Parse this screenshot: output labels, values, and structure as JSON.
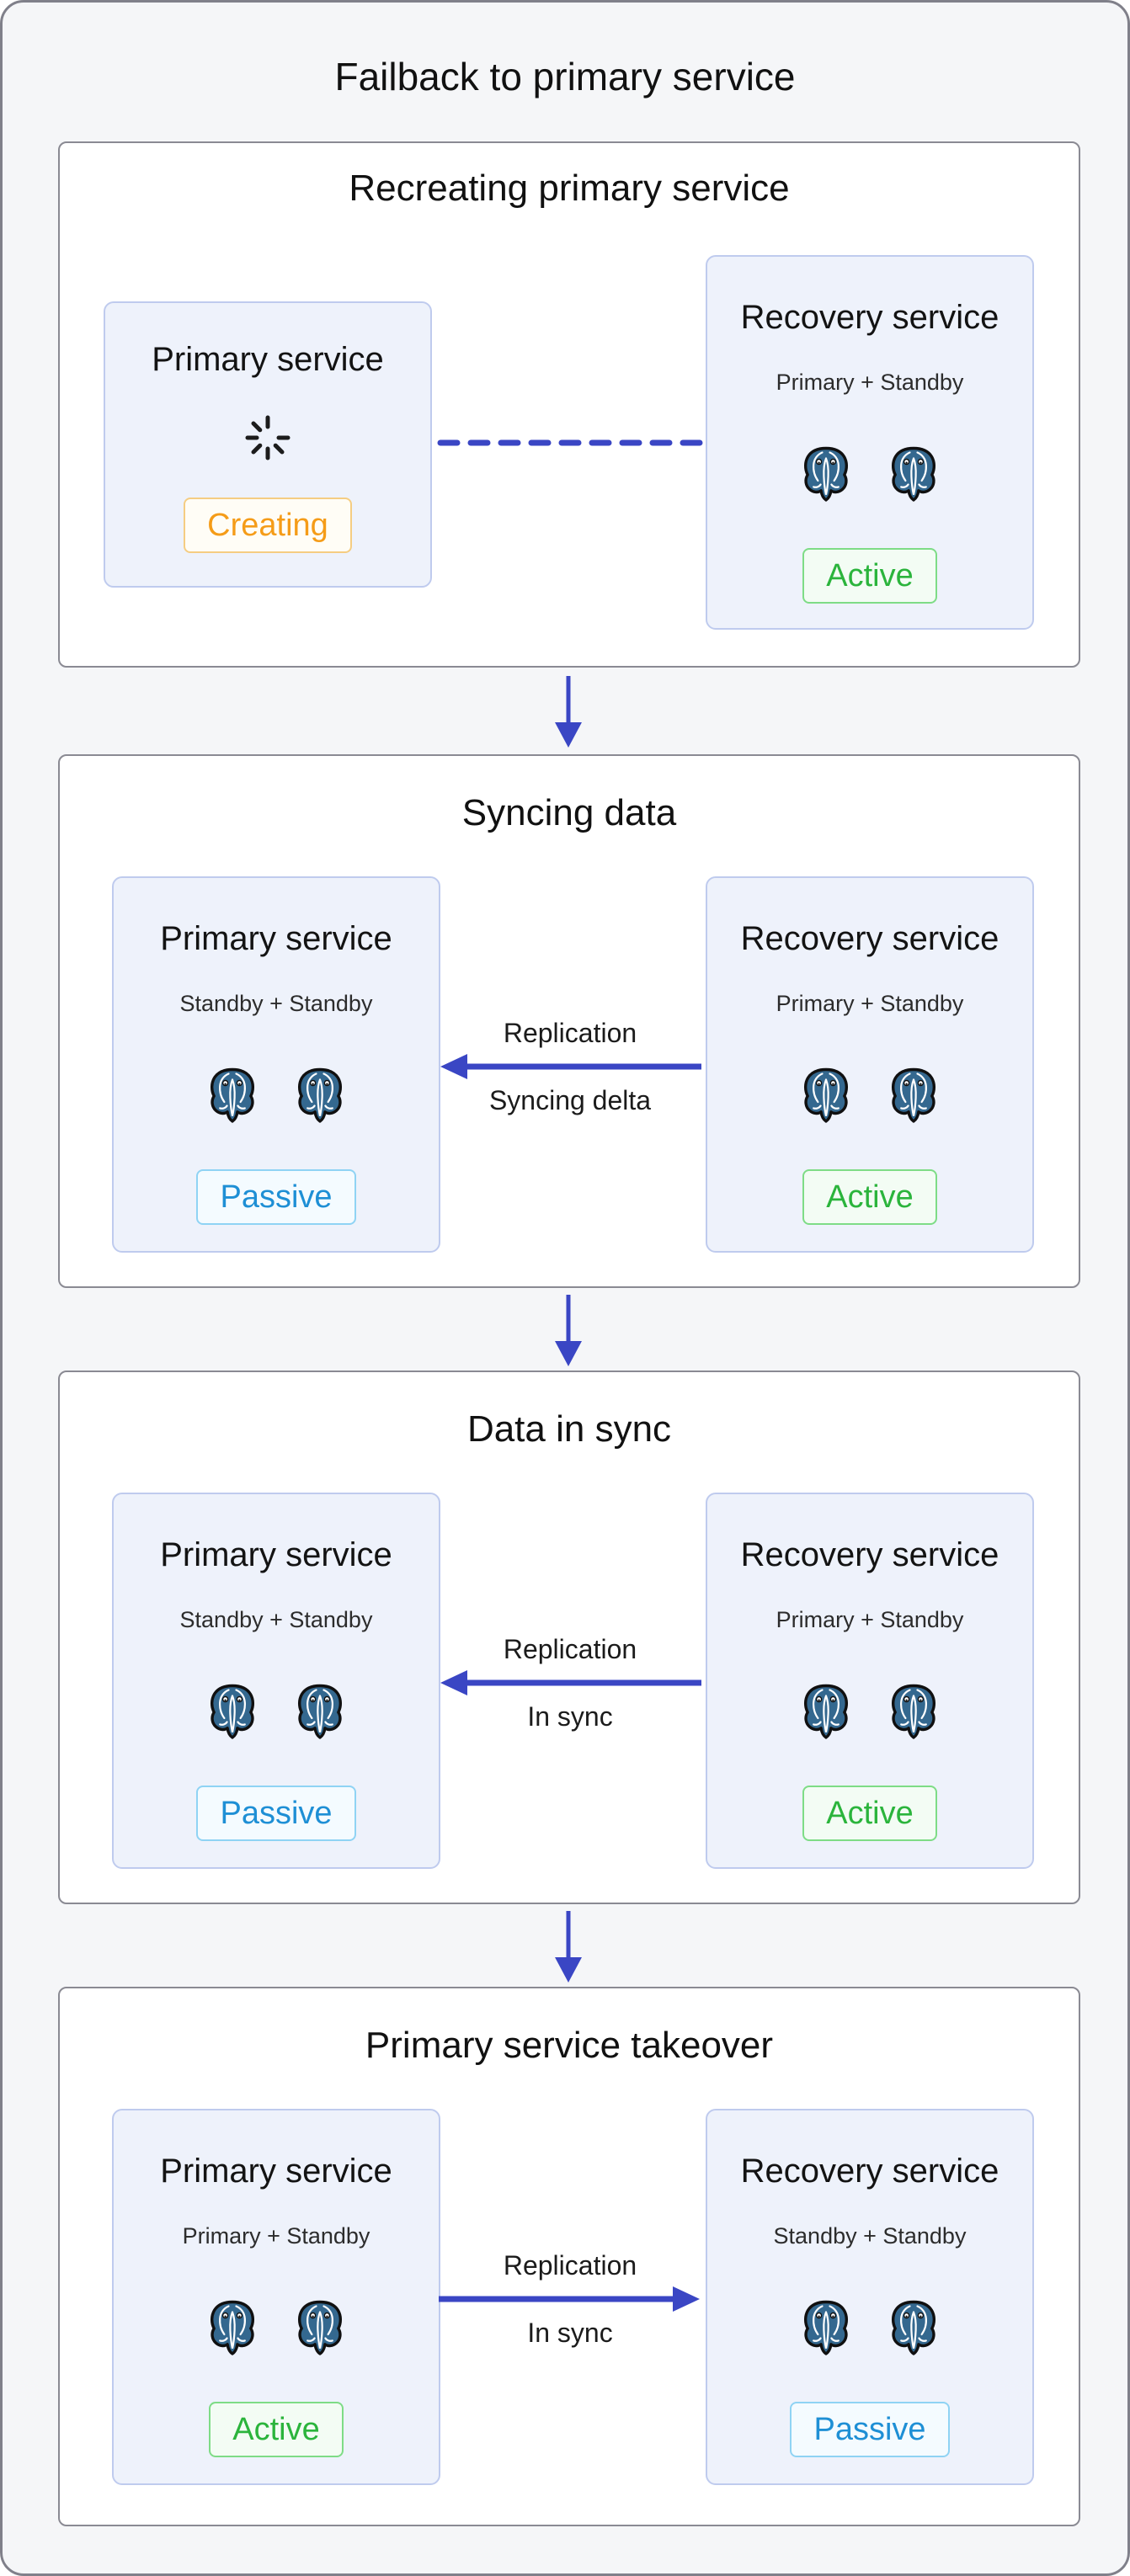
{
  "title": "Failback to primary service",
  "sections": [
    {
      "header": "Recreating primary service",
      "cards": {
        "left": {
          "title": "Primary service",
          "badge": "Creating"
        },
        "right": {
          "title": "Recovery service",
          "subtitle": "Primary + Standby",
          "badge": "Active"
        }
      },
      "connector": {
        "style": "dashed-line",
        "label_top": "",
        "label_bottom": ""
      }
    },
    {
      "header": "Syncing data",
      "cards": {
        "left": {
          "title": "Primary service",
          "subtitle": "Standby + Standby",
          "badge": "Passive"
        },
        "right": {
          "title": "Recovery service",
          "subtitle": "Primary + Standby",
          "badge": "Active"
        }
      },
      "connector": {
        "style": "solid-arrow-left",
        "label_top": "Replication",
        "label_bottom": "Syncing delta"
      }
    },
    {
      "header": "Data in sync",
      "cards": {
        "left": {
          "title": "Primary service",
          "subtitle": "Standby + Standby",
          "badge": "Passive"
        },
        "right": {
          "title": "Recovery service",
          "subtitle": "Primary + Standby",
          "badge": "Active"
        }
      },
      "connector": {
        "style": "solid-arrow-left",
        "label_top": "Replication",
        "label_bottom": "In sync"
      }
    },
    {
      "header": "Primary service takeover",
      "cards": {
        "left": {
          "title": "Primary service",
          "subtitle": "Primary + Standby",
          "badge": "Active"
        },
        "right": {
          "title": "Recovery service",
          "subtitle": "Standby + Standby",
          "badge": "Passive"
        }
      },
      "connector": {
        "style": "solid-arrow-right",
        "label_top": "Replication",
        "label_bottom": "In sync"
      }
    }
  ],
  "icons": {
    "elephant": "postgresql-elephant-icon",
    "spinner": "loading-spinner-icon",
    "flow_arrow": "down-arrow-icon"
  },
  "colors": {
    "accent_blue": "#3a46c4",
    "elephant_blue": "#34688f",
    "card_bg": "#eef2fb",
    "card_border": "#bfcbee",
    "badge_creating_text": "#f59c18",
    "badge_active_text": "#2bb43c",
    "badge_passive_text": "#1e8fd5",
    "section_border": "#8a8a93",
    "background": "#f5f6f8"
  }
}
